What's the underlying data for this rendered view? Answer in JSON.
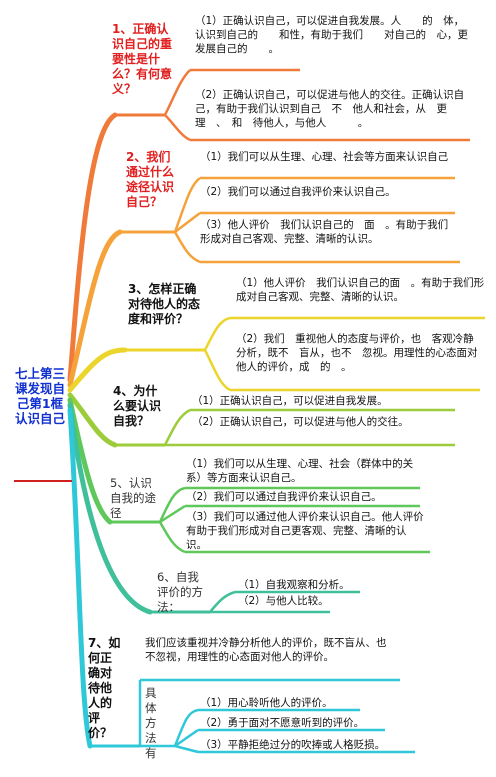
{
  "root": {
    "text": "七上第三课发现自己第1框认识自己"
  },
  "branches": [
    {
      "question": "1、正确认识自己的重要性是什么？有何意义？",
      "items": [
        "（1）正确认识自己，可以促进自我发展。人　　的　体，认识到自己的　　和性，有助于我们　　对自己的　心，更　　发展自己的　　。",
        "（2）正确认识自己，可以促进与他人的交往。正确认识自己，有助于我们认识到自己　不　他人和社会，从　更　　理　、　和　待他人，与他人　　　。"
      ]
    },
    {
      "question": "2、我们通过什么途径认识自己？",
      "items": [
        "（1）我们可以从生理、心理、社会等方面来认识自己",
        "（2）我们可以通过自我评价来认识自己。",
        "（3）他人评价　我们认识自己的　面　。有助于我们形成对自己客观、完整、清晰的认识。"
      ]
    },
    {
      "question": "3、怎样正确对待他人的态度和评价？",
      "items": [
        "（1）他人评价　我们认识自己的面　。有助于我们形成对自己客观、完整、清晰的认识。",
        "（2）我们　重视他人的态度与评价，也　客观冷静分析，既不　盲从，也不　忽视。用理性的心态面对他人的评价，成　的　。"
      ]
    },
    {
      "question": "4、为什么要认识自我？",
      "items": [
        "（1）正确认识自己，可以促进自我发展。",
        "（2）正确认识自己，可以促进与他人的交往。"
      ]
    },
    {
      "question": "5、认识自我的途径",
      "items": [
        "（1）我们可以从生理、心理、社会（群体中的关系）等方面来认识自己。",
        "（2）我们可以通过自我评价来认识自己。",
        "（3）我们可以通过他人评价来认识自己。他人评价有助于我们形成对自己更客观、完整、清晰的认识。"
      ]
    },
    {
      "question": "6、自我评价的方法：",
      "items": [
        "（1）自我观察和分析。",
        "（2）与他人比较。"
      ]
    },
    {
      "question": "7、如何正确对待他人的评价？",
      "intro": "我们应该重视并冷静分析他人的评价，既不盲从、也不忽视，用理性的心态面对他人的评价。",
      "sub_label": "具体方法有",
      "items": [
        "（1）用心聆听他人的评价。",
        "（2）勇于面对不愿意听到的评价。",
        "（3）平静拒绝过分的吹捧或人格贬损。"
      ]
    }
  ]
}
